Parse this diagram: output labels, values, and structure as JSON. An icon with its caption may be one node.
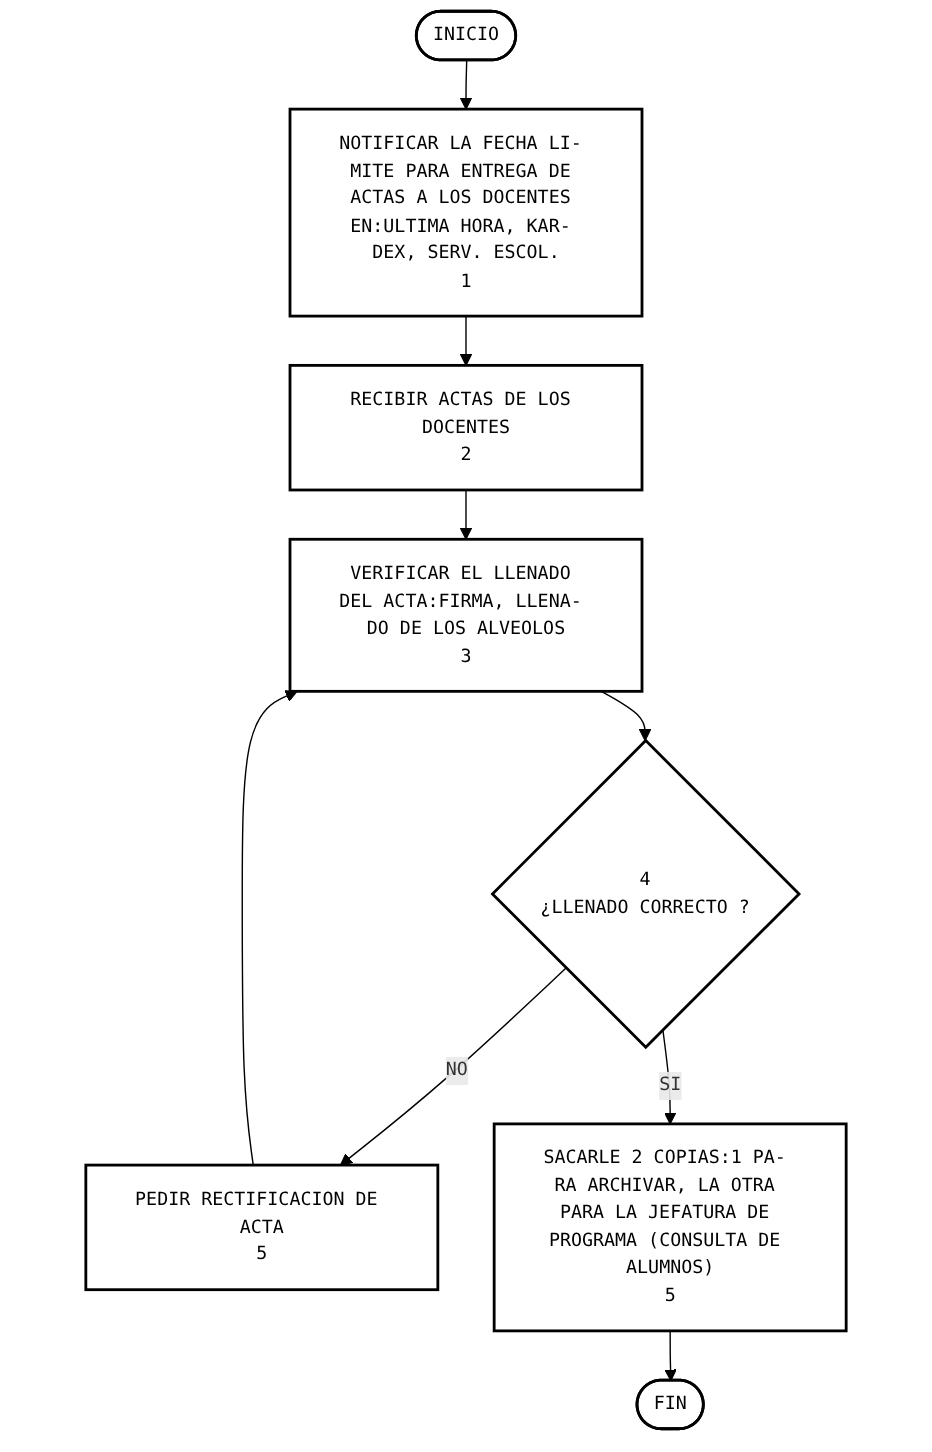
{
  "diagram": {
    "nodes": [
      {
        "text": [
          "INICIO"
        ]
      },
      {
        "text": [
          "NOTIFICAR LA FECHA LI- MITE PARA ENTREGA DE ACTAS A LOS DOCENTES EN:ULTIMA HORA, KAR- DEX, SERV. ESCOL.",
          "1"
        ]
      },
      {
        "text": [
          "RECIBIR ACTAS DE LOS DOCENTES",
          "2"
        ]
      },
      {
        "text": [
          "VERIFICAR EL LLENADO DEL ACTA:FIRMA, LLENA- DO DE LOS ALVEOLOS",
          "3"
        ]
      },
      {
        "text": [
          "4",
          "¿LLENADO CORRECTO ?"
        ]
      },
      {
        "text": [
          "PEDIR RECTIFICACION DE ACTA",
          "5"
        ]
      },
      {
        "text": [
          "SACARLE 2 COPIAS:1 PA- RA ARCHIVAR, LA OTRA PARA LA JEFATURA DE PROGRAMA (CONSULTA DE ALUMNOS)",
          "5"
        ]
      },
      {
        "text": [
          "FIN"
        ]
      }
    ],
    "edges": [
      {
        "from": 0,
        "to": 1,
        "arrow": "to"
      },
      {
        "from": 1,
        "to": 2,
        "arrow": "to"
      },
      {
        "from": 2,
        "to": 3,
        "arrow": "to"
      },
      {
        "from": 3,
        "to": 4,
        "arrow": "to"
      },
      {
        "from": 4,
        "to": 5,
        "arrow": "to",
        "label": "NO"
      },
      {
        "from": 5,
        "to": 3,
        "arrow": "to"
      },
      {
        "from": 4,
        "to": 6,
        "arrow": "to",
        "label": "SI"
      },
      {
        "from": 6,
        "to": 7,
        "arrow": "to"
      }
    ]
  }
}
